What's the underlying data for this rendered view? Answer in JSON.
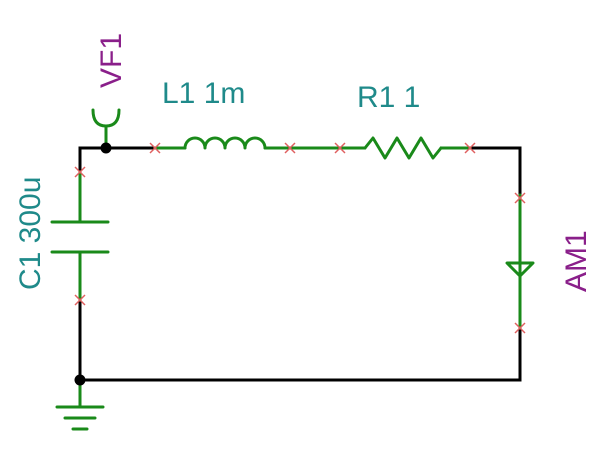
{
  "components": {
    "capacitor": {
      "label": "C1 300u"
    },
    "inductor": {
      "label": "L1 1m"
    },
    "resistor": {
      "label": "R1 1"
    },
    "ammeter": {
      "label": "AM1"
    },
    "voltage_probe": {
      "label": "VF1"
    }
  },
  "colors": {
    "wire": "#000000",
    "component": "#1a8a1a",
    "component_label": "#1f8a8a",
    "probe_label": "#8a1f8a",
    "pin_marker": "#e06060",
    "background": "#ffffff"
  },
  "icons": {
    "ground": "ground-symbol-icon",
    "node": "junction-dot-icon",
    "pin": "pin-cross-icon"
  }
}
